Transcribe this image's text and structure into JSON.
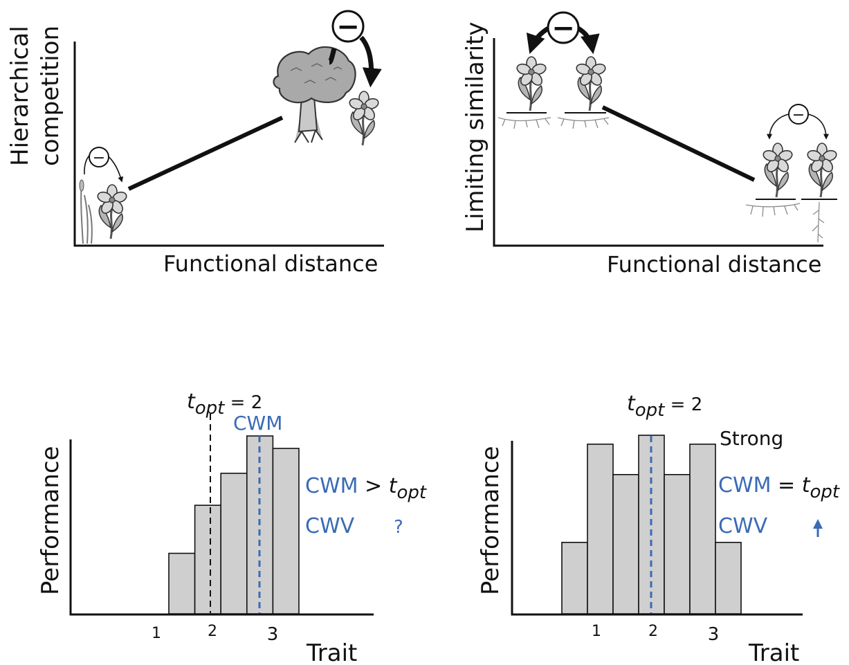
{
  "panels": {
    "top_left": {
      "ylabel_line1": "Hierarchical",
      "ylabel_line2": "competition",
      "xlabel": "Functional distance",
      "small_sign": "−",
      "large_sign": "−"
    },
    "top_right": {
      "ylabel": "Limiting similarity",
      "xlabel": "Functional distance",
      "large_sign": "−",
      "small_sign": "−"
    },
    "bottom_left": {
      "topt_base": "t",
      "topt_sub": "opt",
      "topt_value": " = 2",
      "cwm_top_label": "CWM",
      "ylabel": "Performance",
      "xlabel": "Trait",
      "ticks": [
        "1",
        "2",
        "3"
      ],
      "annot_cwm": "CWM",
      "annot_cmp": " > ",
      "annot_t": "t",
      "annot_sub": "opt",
      "annot_cwv": "CWV",
      "annot_q": "?"
    },
    "bottom_right": {
      "topt_base": "t",
      "topt_sub": "opt",
      "topt_value": " = 2",
      "strong": "Strong",
      "ylabel": "Performance",
      "xlabel": "Trait",
      "ticks": [
        "1",
        "2",
        "3"
      ],
      "annot_cwm": "CWM",
      "annot_cmp": " = ",
      "annot_t": "t",
      "annot_sub": "opt",
      "annot_cwv": "CWV",
      "arrow_icon": "up-arrow-icon"
    }
  },
  "chart_data": [
    {
      "type": "bar",
      "panel": "bottom_left",
      "values": [
        0.34,
        0.61,
        0.79,
        1.0,
        0.93
      ],
      "topt": 2,
      "cwm_line": "blue-dashed",
      "topt_line": "black-dashed"
    },
    {
      "type": "bar",
      "panel": "bottom_right",
      "values": [
        0.4,
        0.95,
        0.78,
        1.0,
        0.78,
        0.95,
        0.4
      ],
      "topt": 2,
      "cwm_line": "blue-dashed"
    }
  ],
  "colors": {
    "accent_blue": "#3a6bb5",
    "bar_fill": "#cfcfcf",
    "ink": "#111111"
  }
}
